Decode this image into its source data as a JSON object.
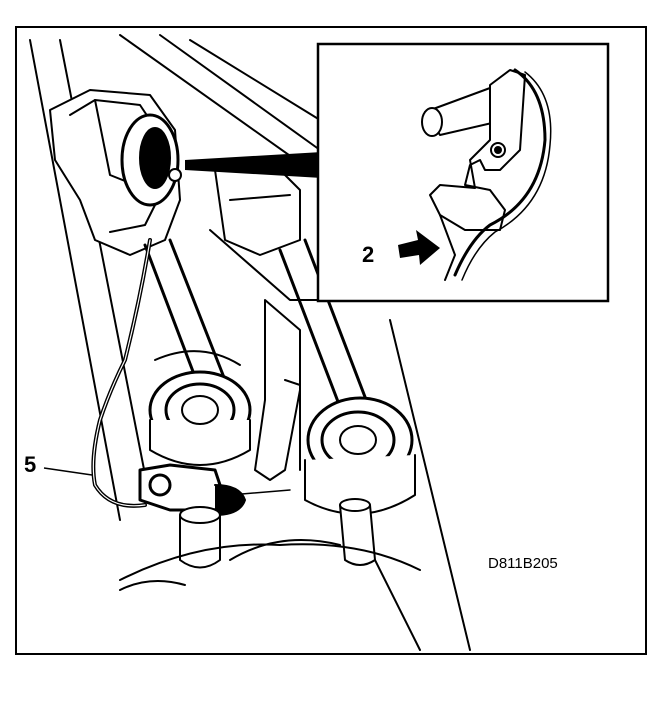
{
  "diagram": {
    "labels": {
      "callout_2": "2",
      "callout_5": "5",
      "figure_code": "D811B205"
    },
    "colors": {
      "ink": "#000000",
      "paper": "#ffffff"
    }
  }
}
